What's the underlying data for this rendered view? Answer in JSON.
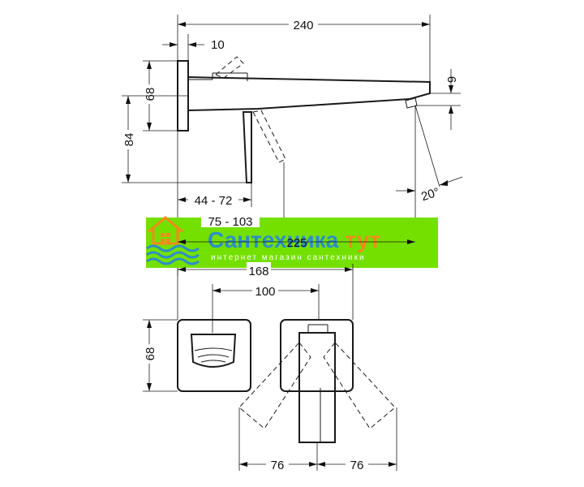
{
  "dimensions": {
    "total_length": "240",
    "plate_thickness": "10",
    "plate_height": "68",
    "spout_height": "84",
    "spout_drop": "9",
    "handle_range": "44 - 72",
    "outlet_range": "75 - 103",
    "outlet_distance": "225",
    "angle": "20°",
    "plates_span": "168",
    "handle_center": "100",
    "front_plate_height": "68",
    "swing_left": "76",
    "swing_right": "76"
  },
  "watermark": {
    "title_part1": "Сантехника",
    "title_part2": "тут",
    "subtitle": "интернет магазин сантехники",
    "colors": {
      "band": "#74e000",
      "title1": "#2d8ec9",
      "title2": "#f28a1c",
      "house": "#f28a1c",
      "waves": "#2d8ec9"
    }
  }
}
